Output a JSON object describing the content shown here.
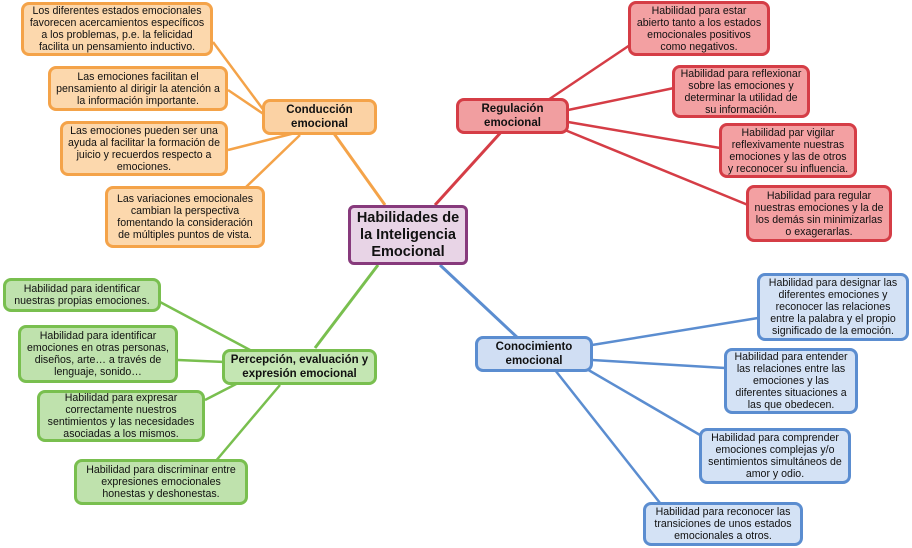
{
  "center": {
    "text": "Habilidades de la Inteligencia Emocional"
  },
  "colors": {
    "center": "#873a7c",
    "conduccion": "#f4a349",
    "regulacion": "#d53d46",
    "percepcion": "#79bf4f",
    "conocimiento": "#5b8dd0"
  },
  "conduccion": {
    "title": "Conducción emocional",
    "items": [
      "Los diferentes estados emocionales favorecen acercamientos específicos a los problemas, p.e. la felicidad facilita un pensamiento inductivo.",
      "Las emociones facilitan el pensamiento al dirigir la atención a la información importante.",
      "Las emociones pueden ser una ayuda al facilitar la formación de juicio y recuerdos respecto a emociones.",
      "Las variaciones emocionales cambian la perspectiva fomentando la consideración de múltiples puntos de vista."
    ]
  },
  "regulacion": {
    "title": "Regulación emocional",
    "items": [
      "Habilidad para estar abierto tanto a los estados emocionales positivos como negativos.",
      "Habilidad para reflexionar sobre las emociones y determinar la utilidad de su información.",
      "Habilidad par vigilar reflexivamente nuestras emociones y las de otros y reconocer su influencia.",
      "Habilidad para regular nuestras emociones y la de los demás sin minimizarlas o exagerarlas."
    ]
  },
  "percepcion": {
    "title": "Percepción, evaluación y expresión emocional",
    "items": [
      "Habilidad para identificar nuestras propias emociones.",
      "Habilidad para identificar emociones en otras personas, diseños, arte… a través de lenguaje, sonido…",
      "Habilidad para expresar correctamente nuestros sentimientos y las necesidades asociadas a los mismos.",
      "Habilidad para discriminar entre expresiones emocionales honestas y deshonestas."
    ]
  },
  "conocimiento": {
    "title": "Conocimiento emocional",
    "items": [
      "Habilidad para designar las diferentes emociones y reconocer las relaciones entre la palabra y el propio significado de la emoción.",
      "Habilidad para entender las relaciones entre las emociones y las diferentes situaciones a las que obedecen.",
      "Habilidad para comprender emociones complejas y/o sentimientos simultáneos de amor y odio.",
      "Habilidad para reconocer las transiciones de unos estados emocionales a otros."
    ]
  }
}
